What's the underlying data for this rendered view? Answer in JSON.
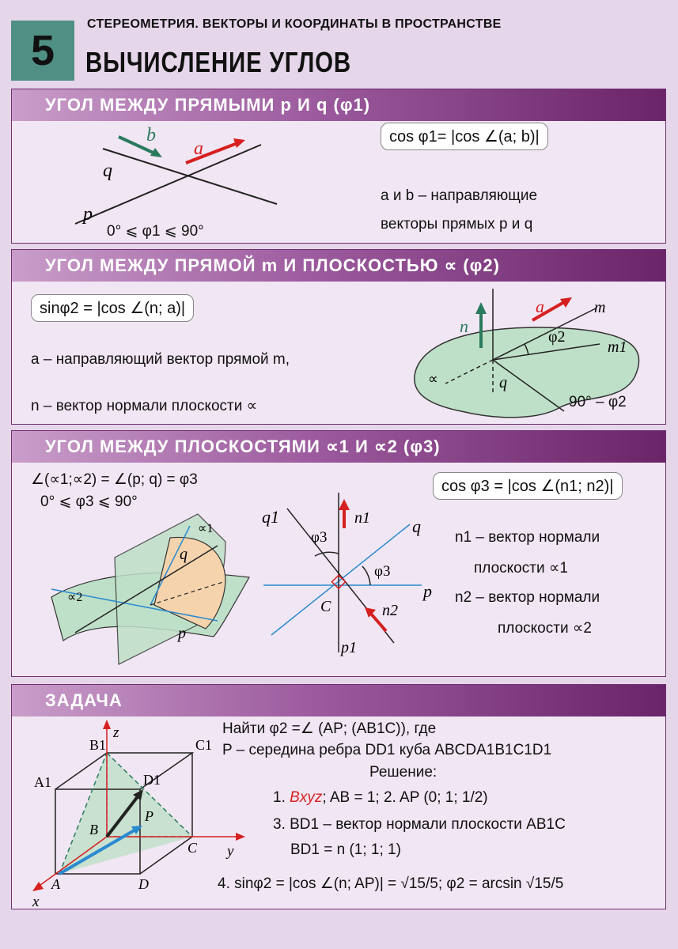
{
  "header": {
    "number": "5",
    "supertitle": "СТЕРЕОМЕТРИЯ. ВЕКТОРЫ И КООРДИНАТЫ В ПРОСТРАНСТВЕ",
    "title": "ВЫЧИСЛЕНИЕ УГЛОВ"
  },
  "s1": {
    "title": "УГОЛ МЕЖДУ ПРЯМЫМИ p И q (φ1)",
    "formula": "cos φ1= |cos ∠(a; b)|",
    "desc1": "a и b – направляющие",
    "desc2": "векторы прямых  p и q",
    "range": "0° ⩽ φ1 ⩽ 90°",
    "labels": {
      "p": "p",
      "q": "q",
      "a": "a",
      "b": "b"
    }
  },
  "s2": {
    "title": "УГОЛ МЕЖДУ ПРЯМОЙ m И ПЛОСКОСТЬЮ ∝ (φ2)",
    "formula": "sinφ2 = |cos ∠(n; a)|",
    "desc1": "a – направляющий вектор прямой  m,",
    "desc2": "n – вектор нормали плоскости ∝",
    "labels": {
      "n": "n",
      "a": "a",
      "m": "m",
      "m1": "m1",
      "phi": "φ2",
      "q": "q",
      "alpha": "∝",
      "complement": "90° – φ2"
    }
  },
  "s3": {
    "title": "УГОЛ МЕЖДУ ПЛОСКОСТЯМИ ∝1 И ∝2 (φ3)",
    "rel": "∠(∝1;∝2) = ∠(p; q) = φ3",
    "range": "0° ⩽ φ3 ⩽ 90°",
    "formula": "cos φ3 = |cos ∠(n1; n2)|",
    "d1a": "n1 – вектор нормали",
    "d1b": "плоскости ∝1",
    "d2a": "n2 – вектор нормали",
    "d2b": "плоскости ∝2",
    "labels": {
      "a1": "∝1",
      "a2": "∝2",
      "q": "q",
      "p": "p",
      "q1": "q1",
      "p1": "p1",
      "n1": "n1",
      "n2": "n2",
      "C": "C",
      "phi": "φ3"
    }
  },
  "s4": {
    "title": "ЗАДАЧА",
    "l1": "Найти  φ2 =∠ (AP; (AB1C)), где",
    "l2": "P – середина ребра DD1 куба  ABCDA1B1C1D1",
    "l3": "Решение:",
    "l4a": "1.",
    "l4b": "Bxyz",
    "l4c": ";  AB = 1;     2. AP (0; 1; 1/2)",
    "l5": "3. BD1 – вектор нормали плоскости AB1C",
    "l6": "BD1 = n (1; 1; 1)",
    "l7": "4. sinφ2 = |cos ∠(n; AP)| = √15/5;    φ2 = arcsin √15/5",
    "cube": {
      "A": "A",
      "B": "B",
      "C": "C",
      "D": "D",
      "A1": "A1",
      "B1": "B1",
      "C1": "C1",
      "D1": "D1",
      "P": "P",
      "x": "x",
      "y": "y",
      "z": "z"
    }
  }
}
